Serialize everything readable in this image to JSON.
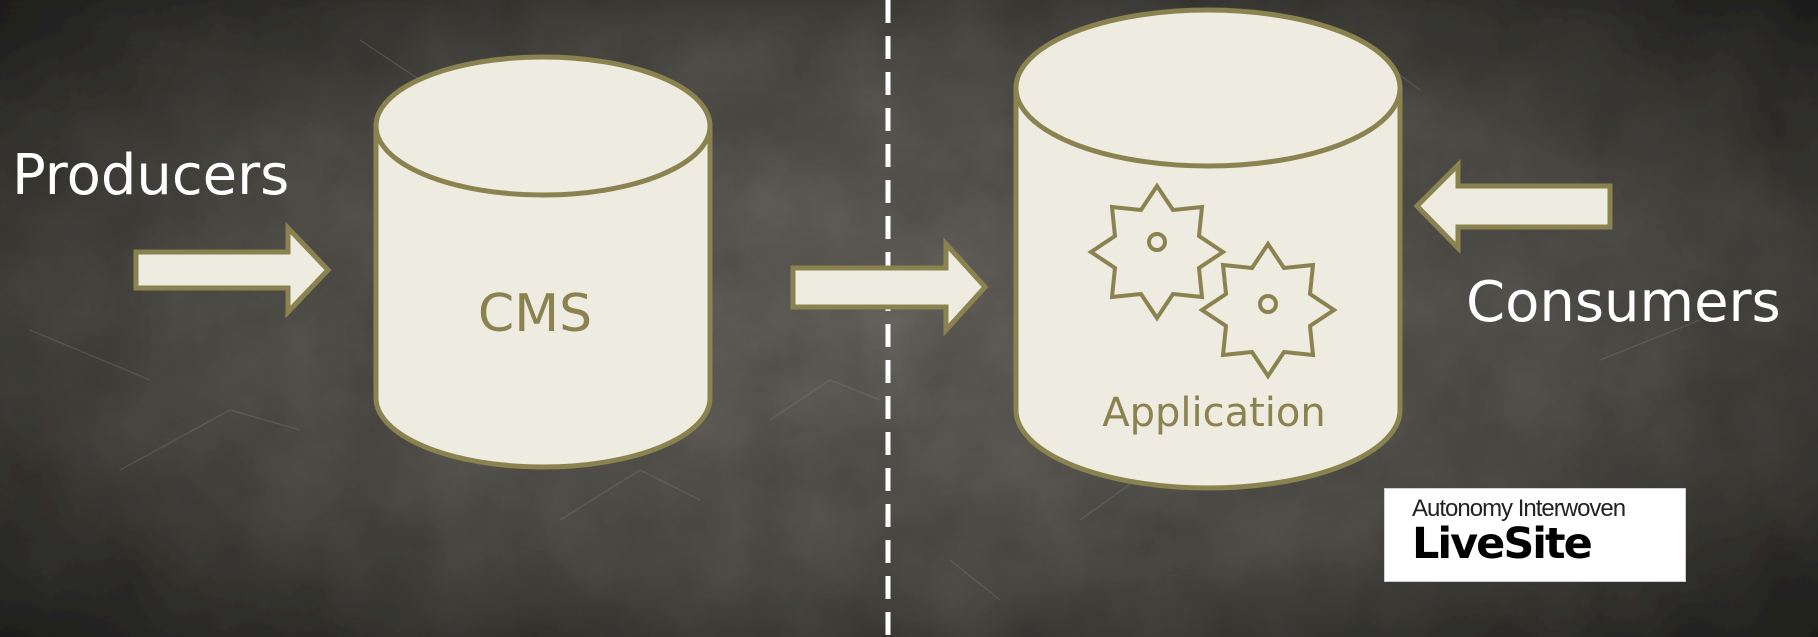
{
  "labels": {
    "producers": "Producers",
    "consumers": "Consumers"
  },
  "cylinders": {
    "cms": "CMS",
    "application": "Application"
  },
  "logo": {
    "subtitle": "Autonomy Interwoven",
    "name": "LiveSite"
  },
  "colors": {
    "shape_fill": "#eeebe1",
    "shape_stroke": "#8b834f",
    "label_text": "#ffffff",
    "background": "#585650"
  },
  "icons": [
    "arrow-right-icon",
    "arrow-left-icon",
    "gear-icon"
  ]
}
